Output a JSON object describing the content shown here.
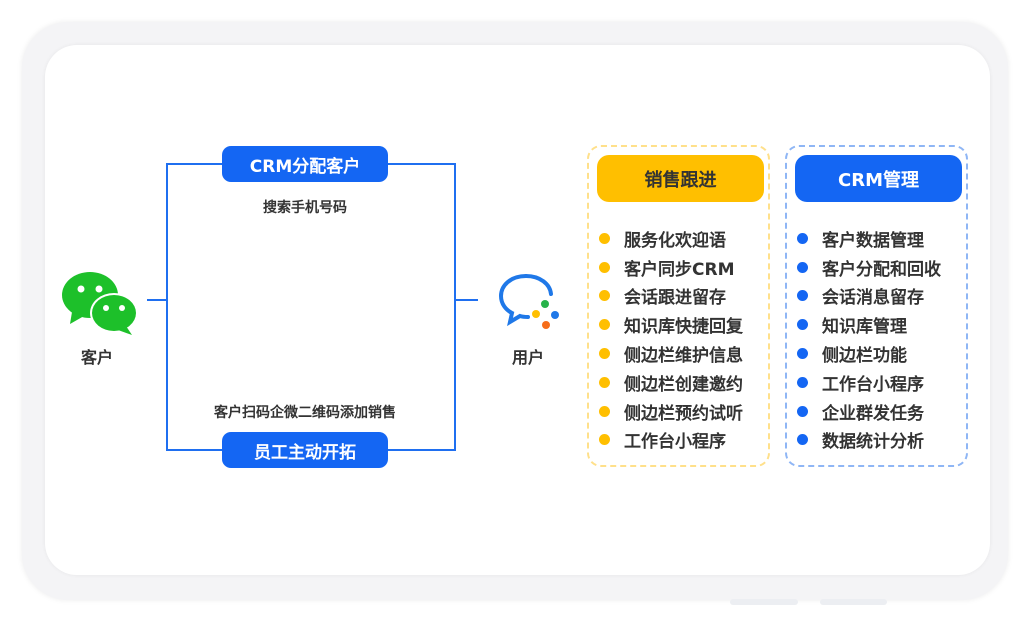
{
  "left": {
    "label": "客户",
    "icon": "wechat-icon"
  },
  "right": {
    "label": "用户",
    "icon": "wecom-icon"
  },
  "top_path": {
    "title": "CRM分配客户",
    "caption": "搜索手机号码"
  },
  "bottom_path": {
    "title": "员工主动开拓",
    "caption": "客户扫码企微二维码添加销售"
  },
  "sales": {
    "title": "销售跟进",
    "color": "#ffbf00",
    "items": [
      "服务化欢迎语",
      "客户同步CRM",
      "会话跟进留存",
      "知识库快捷回复",
      "侧边栏维护信息",
      "侧边栏创建邀约",
      "侧边栏预约试听",
      "工作台小程序"
    ]
  },
  "crm": {
    "title": "CRM管理",
    "color": "#1466f3",
    "items": [
      "客户数据管理",
      "客户分配和回收",
      "会话消息留存",
      "知识库管理",
      "侧边栏功能",
      "工作台小程序",
      "企业群发任务",
      "数据统计分析"
    ]
  }
}
